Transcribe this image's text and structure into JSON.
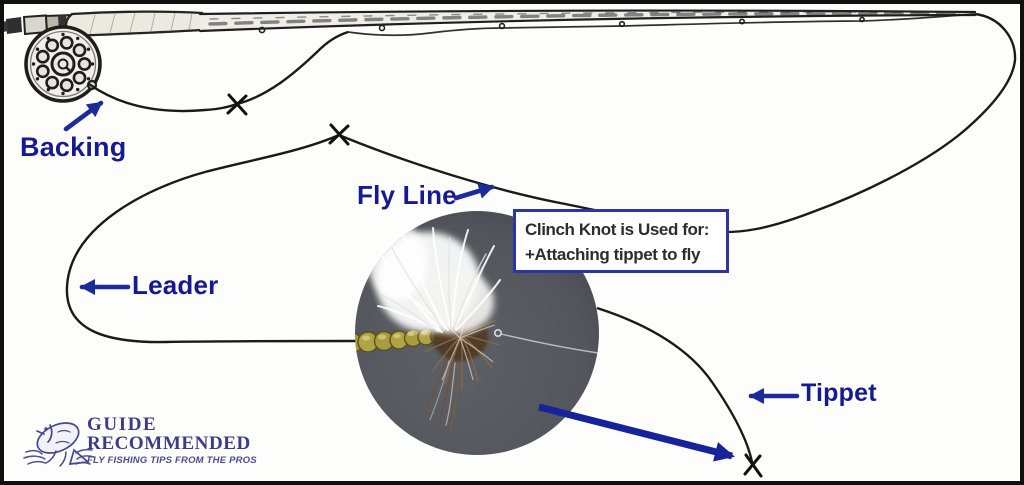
{
  "diagram": {
    "labels": {
      "backing": "Backing",
      "fly_line": "Fly Line",
      "leader": "Leader",
      "tippet": "Tippet"
    },
    "callout": {
      "line1": "Clinch Knot is Used for:",
      "line2": "+Attaching tippet to fly"
    },
    "icons": {
      "knot_x_mark": "✕",
      "label_arrow": "➜",
      "fish_logo": "🐟"
    }
  },
  "logo": {
    "line1": "GUIDE",
    "line2": "RECOMMENDED",
    "tagline": "FLY FISHING TIPS FROM THE PROS"
  },
  "colors": {
    "label_navy": "#151a92",
    "arrow_navy": "#1c2a9c",
    "callout_border_navy": "#2b36a1",
    "sketch_ink": "#1a1a1a",
    "photo_background": "#54575d",
    "logo_navy": "#3c3c86",
    "fly_body_gold": "#a89c40"
  }
}
